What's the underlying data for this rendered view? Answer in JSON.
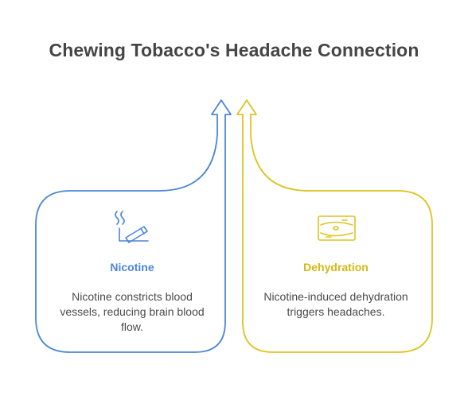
{
  "title": "Chewing Tobacco's Headache Connection",
  "colors": {
    "left_accent": "#4a86d9",
    "right_accent": "#dcc421",
    "title_text": "#454545",
    "body_text": "#4a4a4a"
  },
  "cards": [
    {
      "heading": "Nicotine",
      "body": "Nicotine constricts blood vessels, reducing brain blood flow.",
      "icon": "cigarette-icon"
    },
    {
      "heading": "Dehydration",
      "body": "Nicotine-induced dehydration triggers headaches.",
      "icon": "dry-skin-icon"
    }
  ]
}
